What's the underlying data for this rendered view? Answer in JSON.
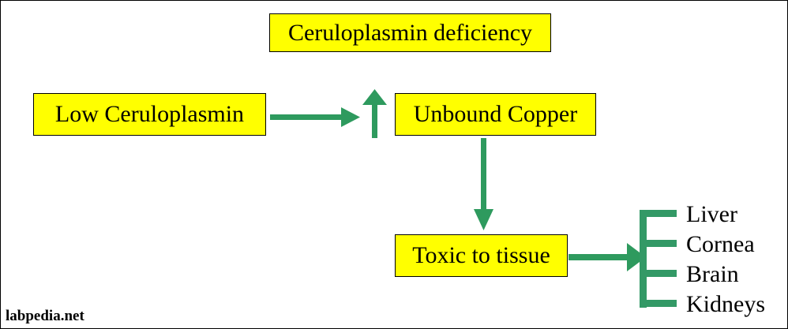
{
  "title": "Ceruloplasmin deficiency",
  "nodes": {
    "low": "Low Ceruloplasmin",
    "unbound": "Unbound Copper",
    "toxic": "Toxic to tissue"
  },
  "organs": [
    "Liver",
    "Cornea",
    "Brain",
    "Kidneys"
  ],
  "watermark": "labpedia.net",
  "colors": {
    "box_fill": "#ffff00",
    "arrow": "#2e9a5e",
    "bracket": "#339966"
  }
}
